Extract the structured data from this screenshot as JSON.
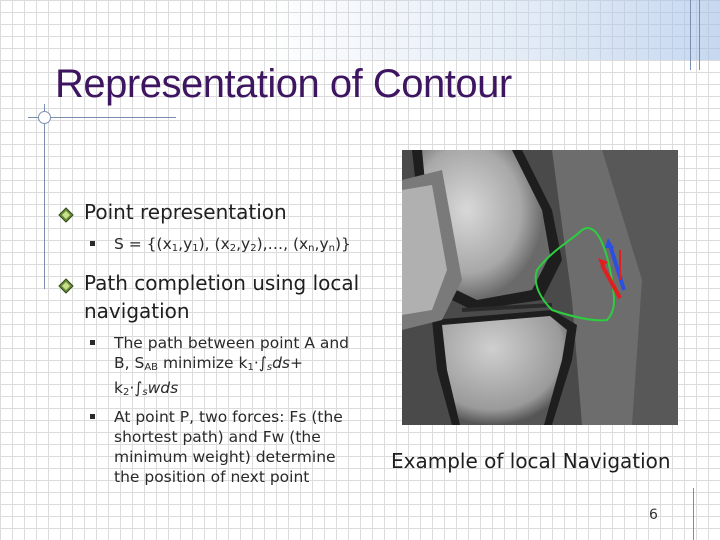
{
  "slide": {
    "title": "Representation of Contour",
    "bullets": {
      "b1": "Point representation",
      "b1_sub": {
        "p1": "S = {(x",
        "s1": "1",
        "p2": ",y",
        "s2": "1",
        "p3": "), (x",
        "s3": "2",
        "p4": ",y",
        "s4": "2",
        "p5": "),…, (x",
        "s5": "n",
        "p6": ",y",
        "s6": "n",
        "p7": ")}"
      },
      "b2_line1": "Path completion using local",
      "b2_line2": "navigation",
      "b2_sub1": {
        "l1": "The path between point A and",
        "l2a": "B, S",
        "l2b": "AB",
        "l2c": " minimize k",
        "l2d": "1",
        "l2e": "·∫",
        "l2f": "s",
        "l2g": "ds",
        "l2h": "+",
        "l3a": "k",
        "l3b": "2",
        "l3c": "·∫",
        "l3d": "s",
        "l3e": "wds"
      },
      "b2_sub2": {
        "l1": "At point P, two forces: Fs (the",
        "l2": "shortest path) and Fw (the",
        "l3": "minimum weight) determine",
        "l4": "the position of next point"
      }
    },
    "image_caption": "Example of local Navigation",
    "page_number": "6"
  },
  "colors": {
    "title": "#3d1560",
    "contour": "#2ecc40",
    "arrow_fw": "#2b50e0",
    "arrow_fs": "#e02020"
  }
}
